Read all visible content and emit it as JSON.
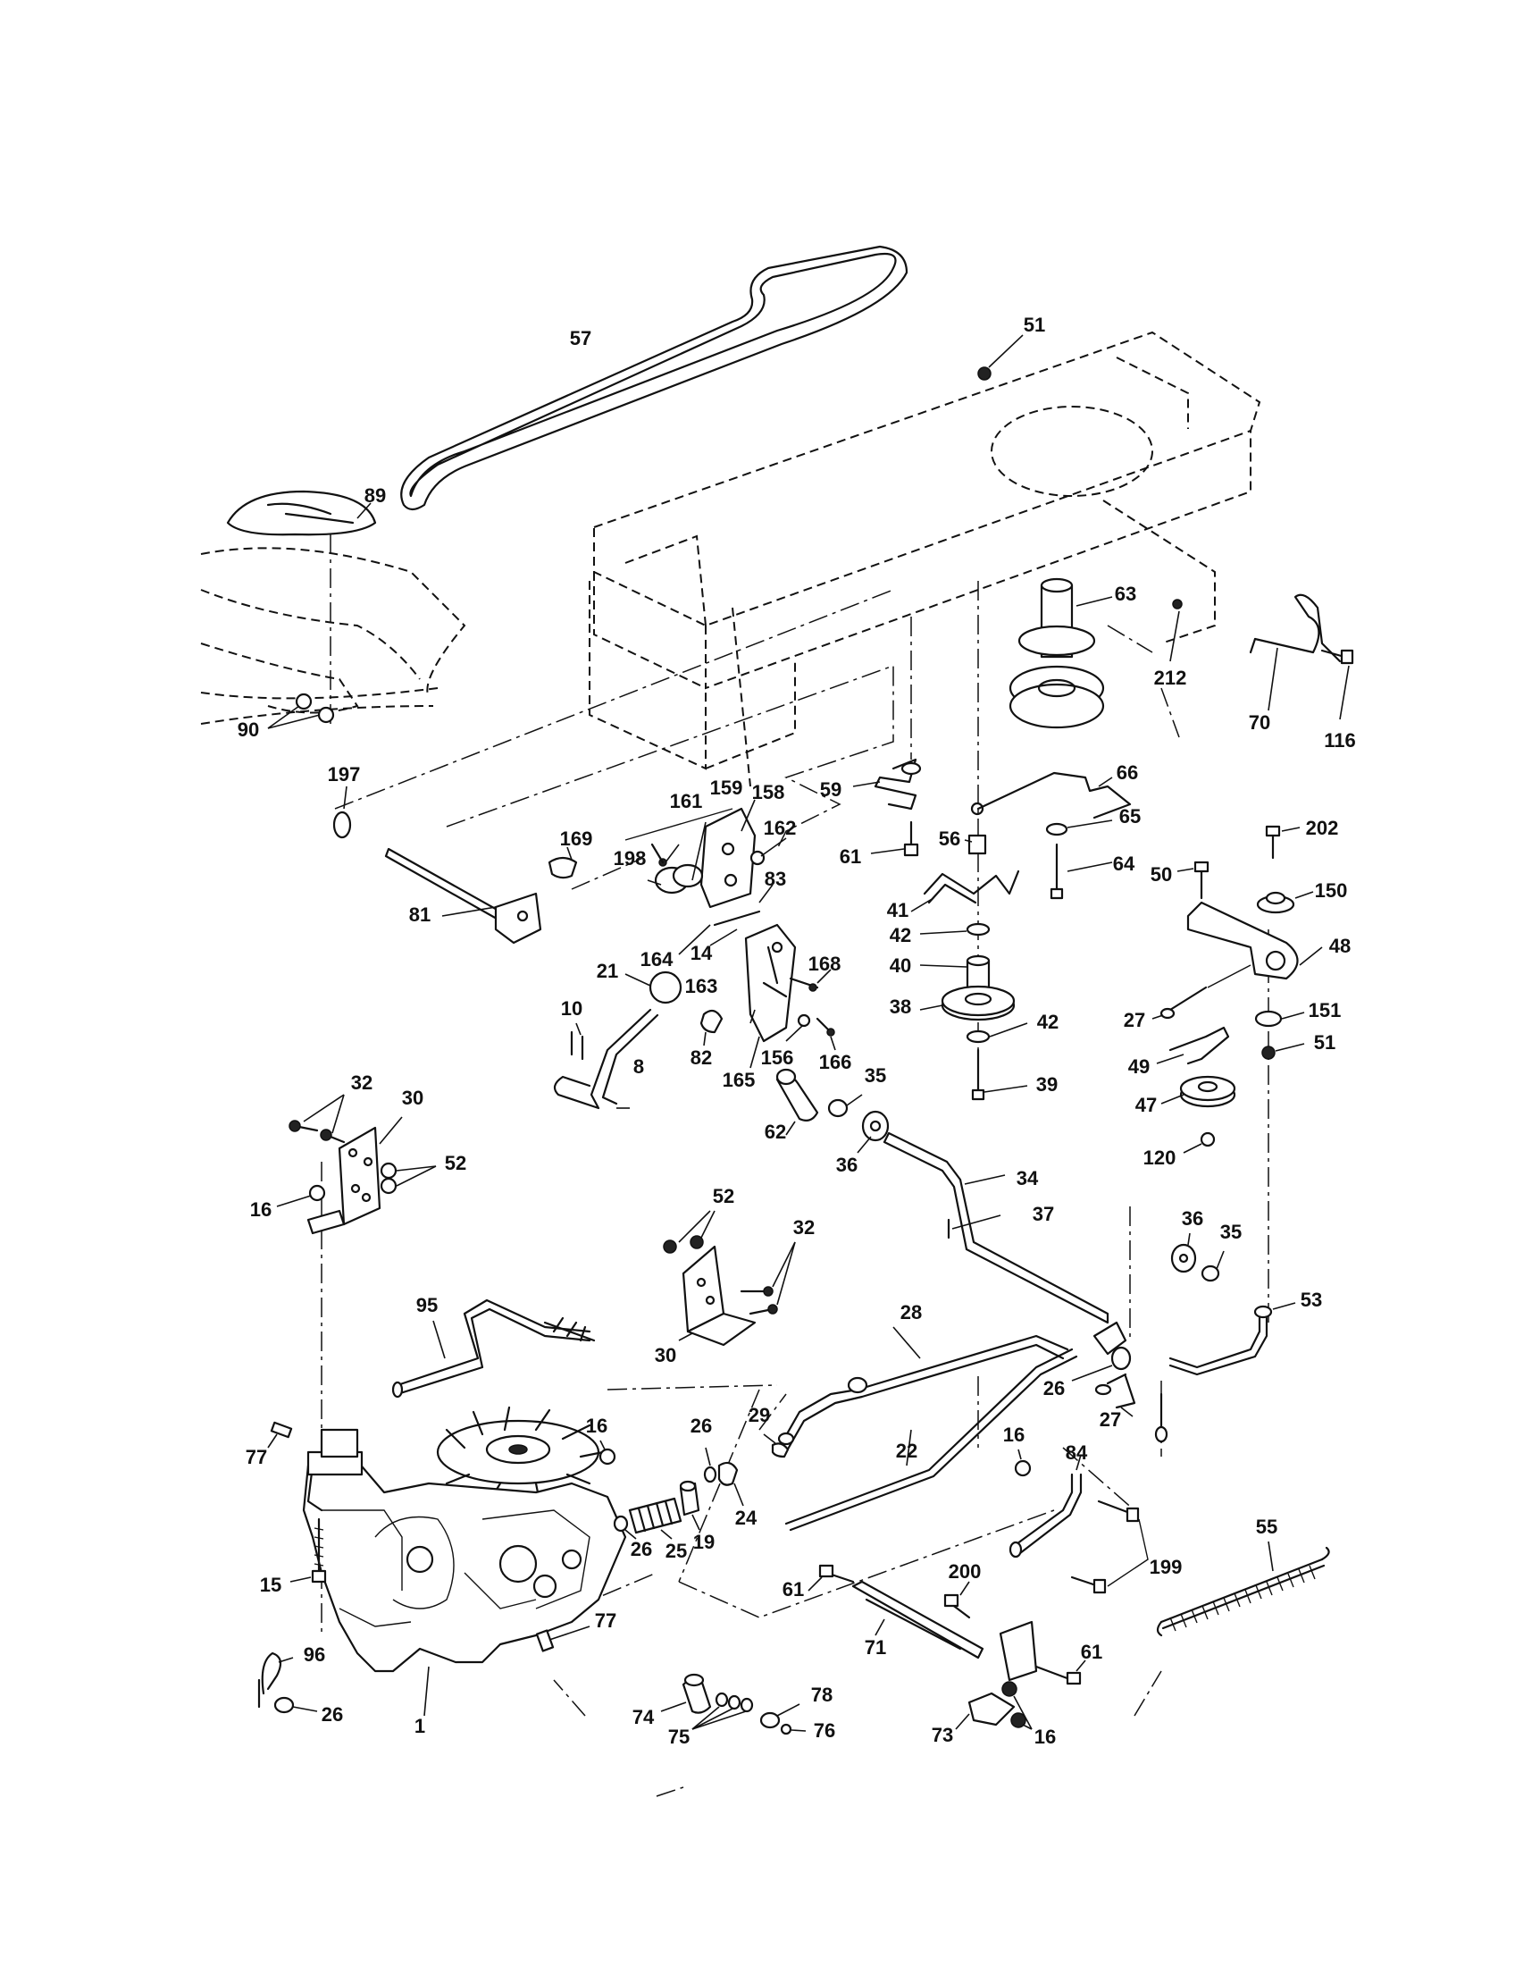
{
  "diagram": {
    "labels": [
      {
        "id": "p57",
        "text": "57"
      },
      {
        "id": "p51a",
        "text": "51"
      },
      {
        "id": "p89",
        "text": "89"
      },
      {
        "id": "p63",
        "text": "63"
      },
      {
        "id": "p212",
        "text": "212"
      },
      {
        "id": "p70",
        "text": "70"
      },
      {
        "id": "p116",
        "text": "116"
      },
      {
        "id": "p90",
        "text": "90"
      },
      {
        "id": "p197",
        "text": "197"
      },
      {
        "id": "p59",
        "text": "59"
      },
      {
        "id": "p66",
        "text": "66"
      },
      {
        "id": "p161",
        "text": "161"
      },
      {
        "id": "p159",
        "text": "159"
      },
      {
        "id": "p158",
        "text": "158"
      },
      {
        "id": "p169",
        "text": "169"
      },
      {
        "id": "p198",
        "text": "198"
      },
      {
        "id": "p162",
        "text": "162"
      },
      {
        "id": "p65",
        "text": "65"
      },
      {
        "id": "p202",
        "text": "202"
      },
      {
        "id": "p61a",
        "text": "61"
      },
      {
        "id": "p56",
        "text": "56"
      },
      {
        "id": "p64",
        "text": "64"
      },
      {
        "id": "p50",
        "text": "50"
      },
      {
        "id": "p150",
        "text": "150"
      },
      {
        "id": "p81",
        "text": "81"
      },
      {
        "id": "p164",
        "text": "164"
      },
      {
        "id": "p14",
        "text": "14"
      },
      {
        "id": "p83",
        "text": "83"
      },
      {
        "id": "p41",
        "text": "41"
      },
      {
        "id": "p42a",
        "text": "42"
      },
      {
        "id": "p163",
        "text": "163"
      },
      {
        "id": "p168",
        "text": "168"
      },
      {
        "id": "p21",
        "text": "21"
      },
      {
        "id": "p48",
        "text": "48"
      },
      {
        "id": "p40",
        "text": "40"
      },
      {
        "id": "p10",
        "text": "10"
      },
      {
        "id": "p82",
        "text": "82"
      },
      {
        "id": "p165",
        "text": "165"
      },
      {
        "id": "p156",
        "text": "156"
      },
      {
        "id": "p166",
        "text": "166"
      },
      {
        "id": "p38",
        "text": "38"
      },
      {
        "id": "p42b",
        "text": "42"
      },
      {
        "id": "p27a",
        "text": "27"
      },
      {
        "id": "p151",
        "text": "151"
      },
      {
        "id": "p51b",
        "text": "51"
      },
      {
        "id": "p8",
        "text": "8"
      },
      {
        "id": "p49",
        "text": "49"
      },
      {
        "id": "p39",
        "text": "39"
      },
      {
        "id": "p47",
        "text": "47"
      },
      {
        "id": "p32a",
        "text": "32"
      },
      {
        "id": "p30a",
        "text": "30"
      },
      {
        "id": "p35a",
        "text": "35"
      },
      {
        "id": "p62",
        "text": "62"
      },
      {
        "id": "p36a",
        "text": "36"
      },
      {
        "id": "p120",
        "text": "120"
      },
      {
        "id": "p52a",
        "text": "52"
      },
      {
        "id": "p16a",
        "text": "16"
      },
      {
        "id": "p34",
        "text": "34"
      },
      {
        "id": "p52b",
        "text": "52"
      },
      {
        "id": "p37",
        "text": "37"
      },
      {
        "id": "p32b",
        "text": "32"
      },
      {
        "id": "p36b",
        "text": "36"
      },
      {
        "id": "p35b",
        "text": "35"
      },
      {
        "id": "p95",
        "text": "95"
      },
      {
        "id": "p53",
        "text": "53"
      },
      {
        "id": "p28",
        "text": "28"
      },
      {
        "id": "p30b",
        "text": "30"
      },
      {
        "id": "p26a",
        "text": "26"
      },
      {
        "id": "p29",
        "text": "29"
      },
      {
        "id": "p27b",
        "text": "27"
      },
      {
        "id": "p26b",
        "text": "26"
      },
      {
        "id": "p22",
        "text": "22"
      },
      {
        "id": "p77a",
        "text": "77"
      },
      {
        "id": "p16b",
        "text": "16"
      },
      {
        "id": "p16c",
        "text": "16"
      },
      {
        "id": "p84",
        "text": "84"
      },
      {
        "id": "p24",
        "text": "24"
      },
      {
        "id": "p19",
        "text": "19"
      },
      {
        "id": "p55",
        "text": "55"
      },
      {
        "id": "p26c",
        "text": "26"
      },
      {
        "id": "p25",
        "text": "25"
      },
      {
        "id": "p199",
        "text": "199"
      },
      {
        "id": "p15",
        "text": "15"
      },
      {
        "id": "p200",
        "text": "200"
      },
      {
        "id": "p61b",
        "text": "61"
      },
      {
        "id": "p77b",
        "text": "77"
      },
      {
        "id": "p71",
        "text": "71"
      },
      {
        "id": "p61c",
        "text": "61"
      },
      {
        "id": "p96",
        "text": "96"
      },
      {
        "id": "p1",
        "text": "1"
      },
      {
        "id": "p78",
        "text": "78"
      },
      {
        "id": "p26d",
        "text": "26"
      },
      {
        "id": "p74",
        "text": "74"
      },
      {
        "id": "p76",
        "text": "76"
      },
      {
        "id": "p75",
        "text": "75"
      },
      {
        "id": "p73",
        "text": "73"
      },
      {
        "id": "p16d",
        "text": "16"
      }
    ]
  }
}
